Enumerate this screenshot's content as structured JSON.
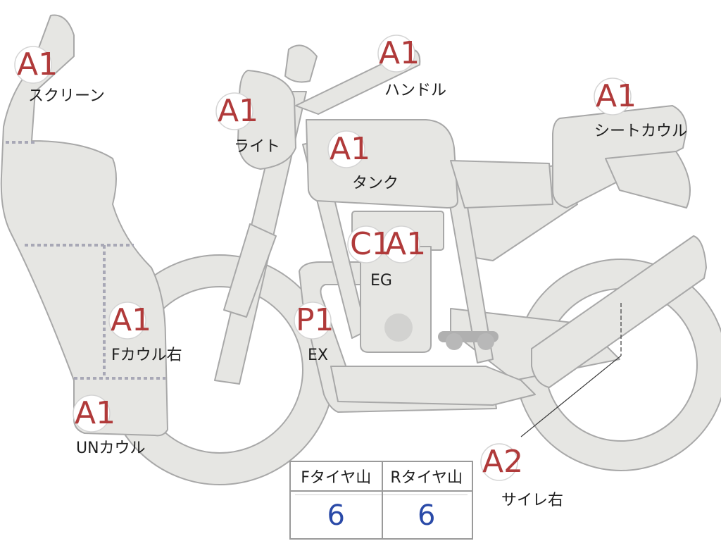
{
  "parts": {
    "screen": {
      "grade": "A1",
      "label": "スクリーン"
    },
    "handle": {
      "grade": "A1",
      "label": "ハンドル"
    },
    "light": {
      "grade": "A1",
      "label": "ライト"
    },
    "seat_cowl": {
      "grade": "A1",
      "label": "シートカウル"
    },
    "tank": {
      "grade": "A1",
      "label": "タンク"
    },
    "engine": {
      "grade_c": "C1",
      "grade_a": "A1",
      "label": "EG"
    },
    "exhaust": {
      "grade": "P1",
      "label": "EX"
    },
    "f_cowl_r": {
      "grade": "A1",
      "label": "Fカウル右"
    },
    "un_cowl": {
      "grade": "A1",
      "label": "UNカウル"
    },
    "silencer_r": {
      "grade": "A2",
      "label": "サイレ右"
    }
  },
  "tread": {
    "front_label": "Fタイヤ山",
    "rear_label": "Rタイヤ山",
    "front_value": "6",
    "rear_value": "6"
  },
  "colors": {
    "body_fill": "#e6e6e3",
    "body_stroke": "#a8a8a8",
    "grade_text": "#b03a3a",
    "tread_value": "#2a4aa8"
  }
}
